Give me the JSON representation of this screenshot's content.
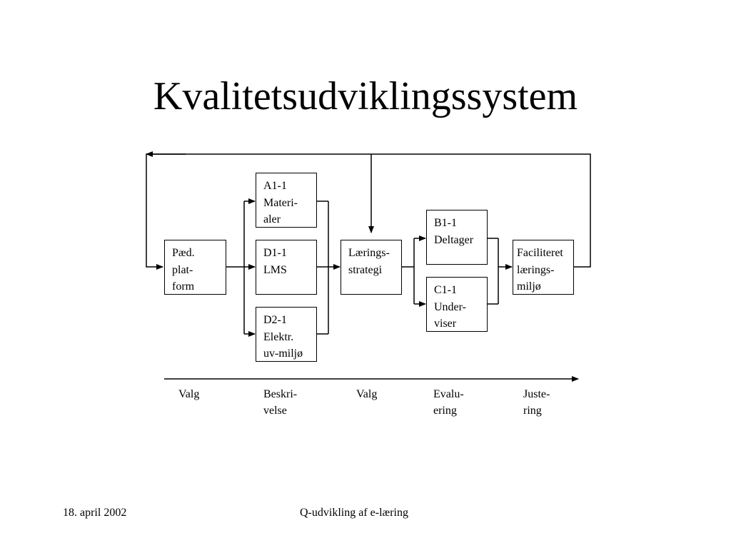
{
  "title": "Kvalitetsudviklingssystem",
  "boxes": {
    "paed": [
      "Pæd.",
      "plat-",
      "form"
    ],
    "a1": [
      "A1-1",
      "Materi-",
      "aler"
    ],
    "d1": [
      "D1-1",
      "LMS"
    ],
    "d2": [
      "D2-1",
      "Elektr.",
      "uv-miljø"
    ],
    "laerings": [
      "Lærings-",
      "strategi"
    ],
    "b1": [
      "B1-1",
      "Deltager"
    ],
    "c1": [
      "C1-1",
      "Under-",
      "viser"
    ],
    "fac": [
      "Faciliteret",
      "lærings-",
      "miljø"
    ]
  },
  "stages": [
    [
      "Valg"
    ],
    [
      "Beskri-",
      "velse"
    ],
    [
      "Valg"
    ],
    [
      "Evalu-",
      "ering"
    ],
    [
      "Juste-",
      "ring"
    ]
  ],
  "footer": {
    "date": "18. april 2002",
    "center": "Q-udvikling af e-læring"
  }
}
